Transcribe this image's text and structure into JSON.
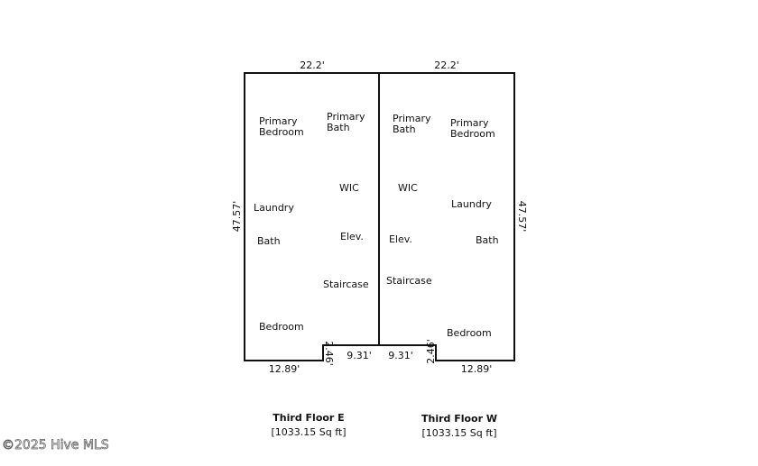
{
  "plans": [
    {
      "title": "Third Floor E",
      "area": "[1033.15 Sq ft]",
      "dims": {
        "top": "22.2'",
        "side": "47.57'",
        "bottom": "12.89'",
        "notch_width": "9.31'",
        "notch_depth": "2.46'"
      },
      "rooms": [
        "Primary Bedroom",
        "Primary Bath",
        "WIC",
        "Laundry",
        "Bath",
        "Elev.",
        "Staircase",
        "Bedroom"
      ]
    },
    {
      "title": "Third Floor W",
      "area": "[1033.15 Sq ft]",
      "dims": {
        "top": "22.2'",
        "side": "47.57'",
        "bottom": "12.89'",
        "notch_width": "9.31'",
        "notch_depth": "2.46'"
      },
      "rooms": [
        "Primary Bath",
        "Primary Bedroom",
        "WIC",
        "Laundry",
        "Elev.",
        "Bath",
        "Staircase",
        "Bedroom"
      ]
    }
  ],
  "watermark": "©2025 Hive MLS"
}
